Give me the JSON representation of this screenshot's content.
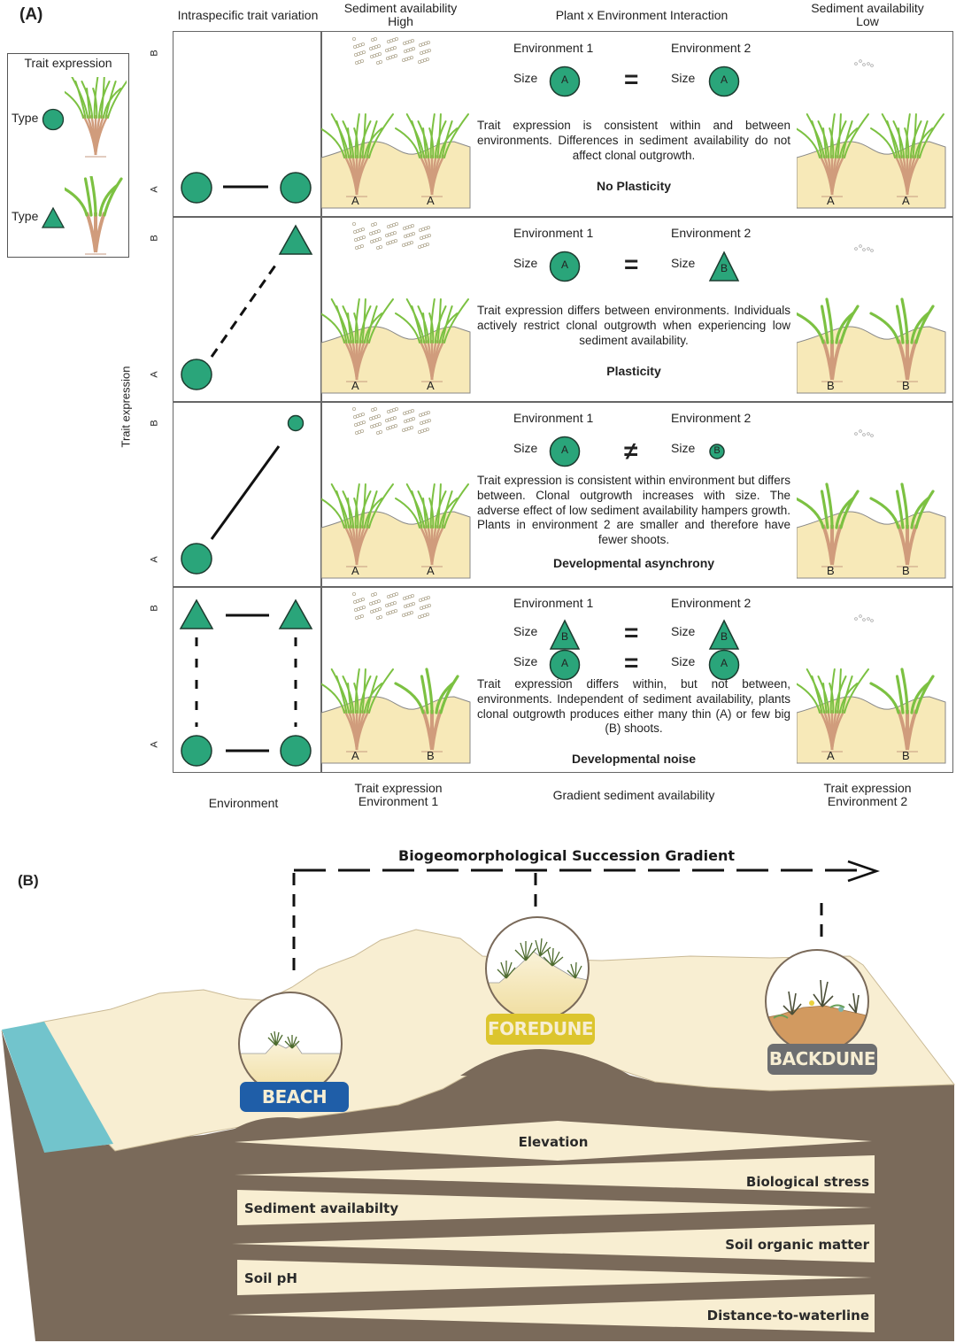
{
  "panel_a": {
    "label": "(A)",
    "legend": {
      "title": "Trait expression",
      "items": [
        {
          "label": "Type",
          "shape": "circle",
          "plant": "many thin shoots"
        },
        {
          "label": "Type",
          "shape": "triangle",
          "plant": "few big shoots"
        }
      ]
    },
    "headers": {
      "col1": "Intraspecific trait variation",
      "col2_line1": "Sediment availability",
      "col2_line2": "High",
      "col3": "Plant x Environment Interaction",
      "col4_line1": "Sediment availability",
      "col4_line2": "Low"
    },
    "y_axis_label": "Trait expression",
    "footers": {
      "col1": "Environment",
      "col2_line1": "Trait expression",
      "col2_line2": "Environment 1",
      "col3": "Gradient sediment availability",
      "col4_line1": "Trait expression",
      "col4_line2": "Environment 2"
    },
    "row_axis": {
      "top": "B",
      "bottom": "A"
    },
    "accent_color": "#2aa57a",
    "rows": [
      {
        "env1": "Environment 1",
        "env2": "Environment 2",
        "size_label": "Size",
        "comparisons": [
          {
            "left": "A",
            "left_shape": "circle",
            "op": "=",
            "right": "A",
            "right_shape": "circle"
          }
        ],
        "description": "Trait expression is consistent within and between environments. Differences in sediment availability do not affect clonal outgrowth.",
        "verdict": "No Plasticity",
        "plants_env1": [
          "A",
          "A"
        ],
        "plants_env2": [
          "A",
          "A"
        ]
      },
      {
        "env1": "Environment 1",
        "env2": "Environment 2",
        "size_label": "Size",
        "comparisons": [
          {
            "left": "A",
            "left_shape": "circle",
            "op": "=",
            "right": "B",
            "right_shape": "triangle"
          }
        ],
        "description": "Trait expression differs between environments. Individuals actively restrict clonal outgrowth when experiencing low sediment availability.",
        "verdict": "Plasticity",
        "plants_env1": [
          "A",
          "A"
        ],
        "plants_env2": [
          "B",
          "B"
        ]
      },
      {
        "env1": "Environment 1",
        "env2": "Environment 2",
        "size_label": "Size",
        "comparisons": [
          {
            "left": "A",
            "left_shape": "circle",
            "op": "≠",
            "right": "B",
            "right_shape": "small-circle"
          }
        ],
        "description": "Trait expression is consistent within environment but differs between. Clonal outgrowth increases with size. The adverse effect of low sediment availability hampers growth. Plants in environment 2 are smaller and therefore have fewer shoots.",
        "verdict": "Developmental asynchrony",
        "plants_env1": [
          "A",
          "A"
        ],
        "plants_env2": [
          "B",
          "B"
        ]
      },
      {
        "env1": "Environment 1",
        "env2": "Environment 2",
        "size_label": "Size",
        "comparisons": [
          {
            "left": "B",
            "left_shape": "triangle",
            "op": "=",
            "right": "B",
            "right_shape": "triangle"
          },
          {
            "left": "A",
            "left_shape": "circle",
            "op": "=",
            "right": "A",
            "right_shape": "circle"
          }
        ],
        "description": "Trait expression differs within, but not between, environments. Independent of sediment availability, plants clonal outgrowth produces either many thin (A) or few big (B) shoots.",
        "verdict": "Developmental noise",
        "plants_env1": [
          "A",
          "B"
        ],
        "plants_env2": [
          "A",
          "B"
        ]
      }
    ]
  },
  "panel_b": {
    "label": "(B)",
    "title": "Biogeomorphological Succession Gradient",
    "zones": [
      {
        "name": "BEACH",
        "color": "#1f5ea8"
      },
      {
        "name": "FOREDUNE",
        "color": "#dcc52e"
      },
      {
        "name": "BACKDUNE",
        "color": "#6d6e70"
      }
    ],
    "gradients": [
      {
        "label": "Elevation",
        "shape": "diamond",
        "peak": "middle"
      },
      {
        "label": "Biological stress",
        "shape": "wedge",
        "peak": "right"
      },
      {
        "label": "Sediment availabilty",
        "shape": "wedge",
        "peak": "left"
      },
      {
        "label": "Soil organic matter",
        "shape": "wedge",
        "peak": "right"
      },
      {
        "label": "Soil pH",
        "shape": "wedge",
        "peak": "left"
      },
      {
        "label": "Distance-to-waterline",
        "shape": "wedge",
        "peak": "right"
      }
    ],
    "colors": {
      "sand": "#f8eed2",
      "soil": "#7a6a5a",
      "water": "#72c4cc"
    }
  }
}
